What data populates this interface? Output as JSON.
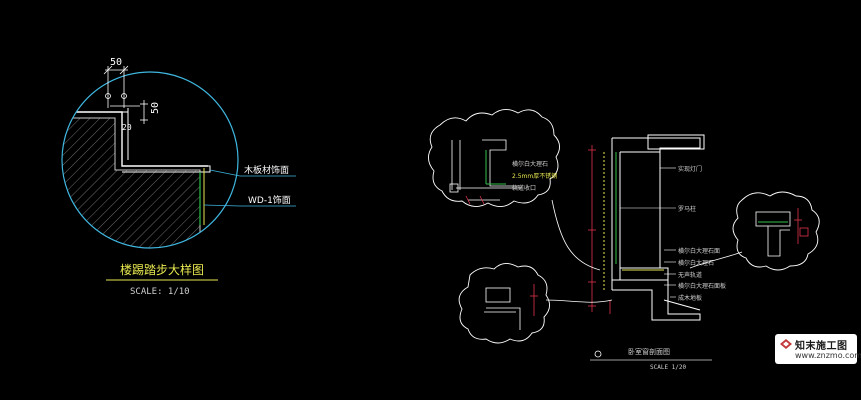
{
  "stair_detail": {
    "dim_horizontal": "50",
    "dim_vertical": "50",
    "dim_small": "20",
    "label_wood": "木板材饰面",
    "label_wd": "WD-1饰面",
    "title": "楼踢踏步大样图",
    "scale": "SCALE: 1/10"
  },
  "window_section": {
    "callout_left_labels": [
      "横尔白大理石",
      "2.5mm厚不锈钢",
      "轨道收口"
    ],
    "main_labels": [
      "实现灯门",
      "罗马柱",
      "横尔白大理石面",
      "横尔白大理石",
      "无声轨道",
      "横尔白大理石面板",
      "成木地板"
    ],
    "title": "卧室窗剖面图",
    "scale": "SCALE  1/20"
  },
  "watermark": {
    "brand": "知末施工图",
    "url": "www.znzmo.com"
  },
  "colors": {
    "background": "#000000",
    "circle": "#3fb7e0",
    "structure": "#ffffff",
    "dimension": "#e0334a",
    "finish": "#2fbf4a",
    "annotation": "#e8e850",
    "hatch": "#9a9a9a",
    "leader": "#2f5fd0"
  }
}
